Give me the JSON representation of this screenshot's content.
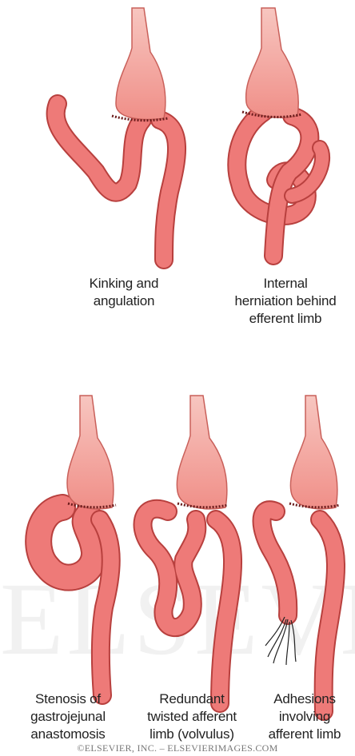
{
  "colors": {
    "limb": "#ee7a78",
    "limb_stroke": "#b8403e",
    "stomach": "#f4a6a0",
    "suture": "#6a1b1b"
  },
  "watermark": "ELSEVIER",
  "panels": [
    {
      "id": "kinking",
      "lines": [
        "Kinking and",
        "angulation"
      ]
    },
    {
      "id": "internal-herniation",
      "lines": [
        "Internal",
        "herniation behind",
        "efferent limb"
      ]
    },
    {
      "id": "stenosis",
      "lines": [
        "Stenosis of",
        "gastrojejunal",
        "anastomosis"
      ]
    },
    {
      "id": "volvulus",
      "lines": [
        "Redundant",
        "twisted afferent",
        "limb (volvulus)"
      ]
    },
    {
      "id": "adhesions",
      "lines": [
        "Adhesions",
        "involving",
        "afferent limb"
      ]
    }
  ],
  "copyright": "©ELSEVIER, INC. – ELSEVIERIMAGES.COM"
}
